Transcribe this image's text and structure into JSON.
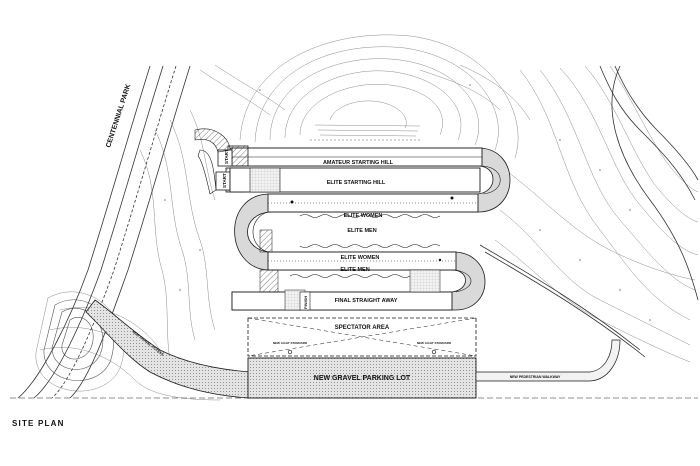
{
  "drawing": {
    "title": "SITE PLAN",
    "road_label": "CENTENNIAL PARK",
    "start_markers": [
      "START",
      "START"
    ],
    "track_labels": {
      "amateur_hill": "AMATEUR STARTING HILL",
      "elite_hill": "ELITE STARTING HILL",
      "elite_women_1": "ELITE WOMEN",
      "elite_men_1": "ELITE MEN",
      "elite_women_2": "ELITE WOMEN",
      "elite_men_2": "ELITE MEN",
      "final": "FINAL STRAIGHT AWAY",
      "finish": "FINISH"
    },
    "spectator_area": "SPECTATOR AREA",
    "parking_lot": "NEW GRAVEL PARKING LOT",
    "light_standards": [
      "NEW LIGHT STANDARD",
      "NEW LIGHT STANDARD"
    ],
    "walkway": "NEW PEDESTRIAN WALKWAY",
    "access_path": "NEW GRAVEL ACCESS"
  }
}
